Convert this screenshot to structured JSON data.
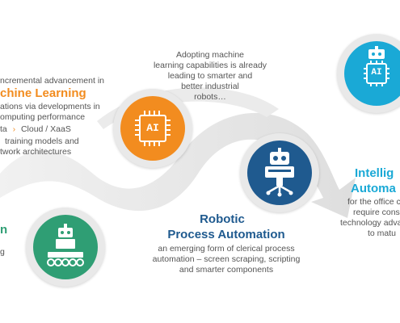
{
  "machine_learning": {
    "intro": "ncremental advancement in",
    "title": "chine Learning",
    "lines": [
      "ations via developments in",
      "omputing performance"
    ],
    "tags": [
      "ta",
      "Cloud / XaaS"
    ],
    "tag_sep": "›",
    "lines2": [
      "training models and",
      "twork architectures"
    ],
    "chip_label": "AI"
  },
  "left_stage": {
    "title_fragment": "n",
    "desc_fragment": "g"
  },
  "callout": {
    "lines": [
      "Adopting machine",
      "learning capabilities is already",
      "leading to smarter and",
      "better industrial",
      "robots…"
    ]
  },
  "rpa": {
    "title_lines": [
      "Robotic",
      "Process Automation"
    ],
    "desc_lines": [
      "an emerging form of clerical process",
      "automation – screen scraping, scripting",
      "and smarter components"
    ]
  },
  "intelligent": {
    "title_lines": [
      "Intellig",
      "Automa"
    ],
    "desc_lines": [
      "for the office c",
      "require consi",
      "technology adva",
      "to matu"
    ],
    "chip_label": "AI"
  },
  "colors": {
    "orange": "#f28c1f",
    "blue": "#1f5a8f",
    "cyan": "#1aa9d6",
    "green": "#2f9e74",
    "arrow": "#e2e2e2"
  }
}
